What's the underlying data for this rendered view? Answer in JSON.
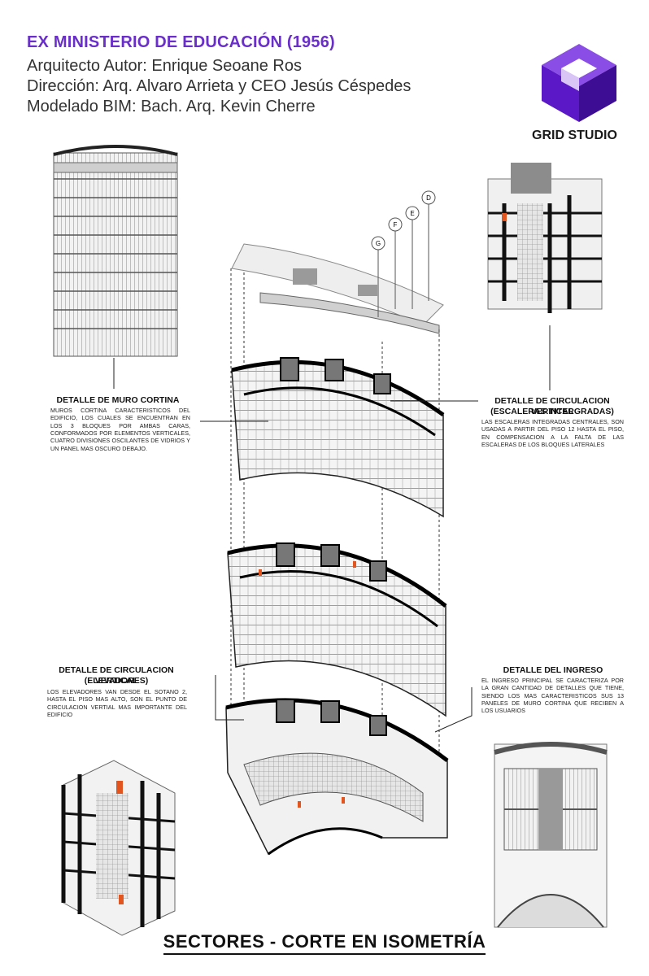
{
  "header": {
    "title": "EX MINISTERIO DE EDUCACIÓN (1956)",
    "lines": [
      "Arquitecto Autor: Enrique Seoane Ros",
      "Dirección: Arq. Alvaro Arrieta y CEO Jesús Céspedes",
      "Modelado BIM: Bach. Arq. Kevin Cherre"
    ]
  },
  "brand": {
    "name": "GRID STUDIO",
    "color": "#5b18c7"
  },
  "grid_axes": [
    "G",
    "F",
    "E",
    "D"
  ],
  "notes": {
    "muro_cortina": {
      "heading": "DETALLE DE MURO CORTINA",
      "body": "MUROS CORTINA CARACTERISTICOS DEL EDIFICIO, LOS CUALES SE ENCUENTRAN EN LOS 3 BLOQUES POR AMBAS CARAS, CONFORMADOS POR ELEMENTOS VERTICALES, CUATRO DIVISIONES OSCILANTES DE VIDRIOS Y UN PANEL MAS OSCURO DEBAJO."
    },
    "escaleras": {
      "heading": "DETALLE DE CIRCULACION VERTICAL",
      "heading2": "(ESCALERAS INTERGRADAS)",
      "body": "LAS ESCALERAS INTEGRADAS CENTRALES, SON USADAS A PARTIR DEL PISO 12 HASTA EL PISO, EN COMPENSACION A LA FALTA DE LAS ESCALERAS DE LOS BLOQUES LATERALES"
    },
    "elevadores": {
      "heading": "DETALLE DE CIRCULACION VERTICAL",
      "heading2": "(ELEVADORES)",
      "body": "LOS ELEVADORES VAN DESDE EL SOTANO 2, HASTA EL PISO MAS ALTO, SON EL PUNTO DE CIRCULACION VERTIAL MAS IMPORTANTE DEL EDIFICIO"
    },
    "ingreso": {
      "heading": "DETALLE DEL INGRESO",
      "body": "EL INGRESO PRINCIPAL SE CARACTERIZA POR LA GRAN CANTIDAD DE DETALLES QUE TIENE, SIENDO LOS MAS CARACTERISTICOS SUS 13 PANELES DE MURO CORTINA QUE RECIBEN A LOS USUARIOS"
    }
  },
  "footer": {
    "caption": "SECTORES - CORTE EN ISOMETRÍA"
  }
}
